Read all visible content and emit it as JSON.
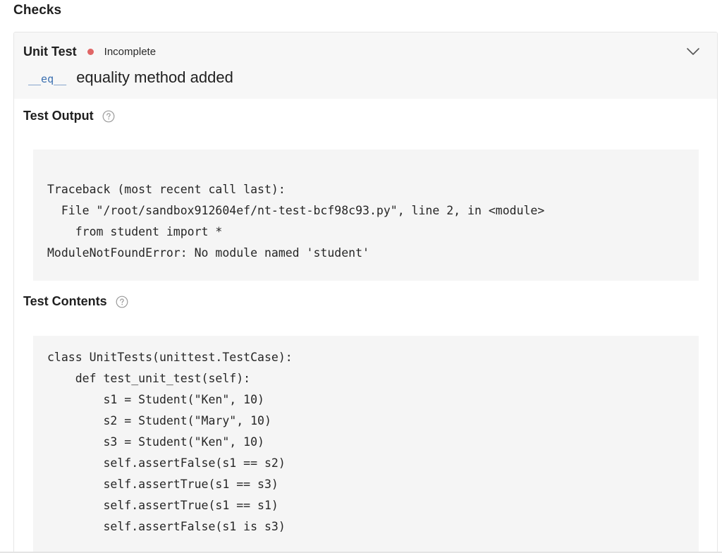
{
  "page": {
    "heading": "Checks"
  },
  "check": {
    "title": "Unit Test",
    "status": "Incomplete",
    "status_color": "#e06666",
    "code_tag": "__eq__",
    "description": "equality method added",
    "collapse_icon": "chevron-down-icon"
  },
  "test_output": {
    "title": "Test Output",
    "help_icon": "question-circle-icon",
    "lines": [
      "Traceback (most recent call last):",
      "  File \"/root/sandbox912604ef/nt-test-bcf98c93.py\", line 2, in <module>",
      "    from student import *",
      "ModuleNotFoundError: No module named 'student'"
    ]
  },
  "test_contents": {
    "title": "Test Contents",
    "help_icon": "question-circle-icon",
    "lines": [
      "class UnitTests(unittest.TestCase):",
      "    def test_unit_test(self):",
      "        s1 = Student(\"Ken\", 10)",
      "        s2 = Student(\"Mary\", 10)",
      "        s3 = Student(\"Ken\", 10)",
      "        self.assertFalse(s1 == s2)",
      "        self.assertTrue(s1 == s3)",
      "        self.assertTrue(s1 == s1)",
      "        self.assertFalse(s1 is s3)"
    ]
  }
}
